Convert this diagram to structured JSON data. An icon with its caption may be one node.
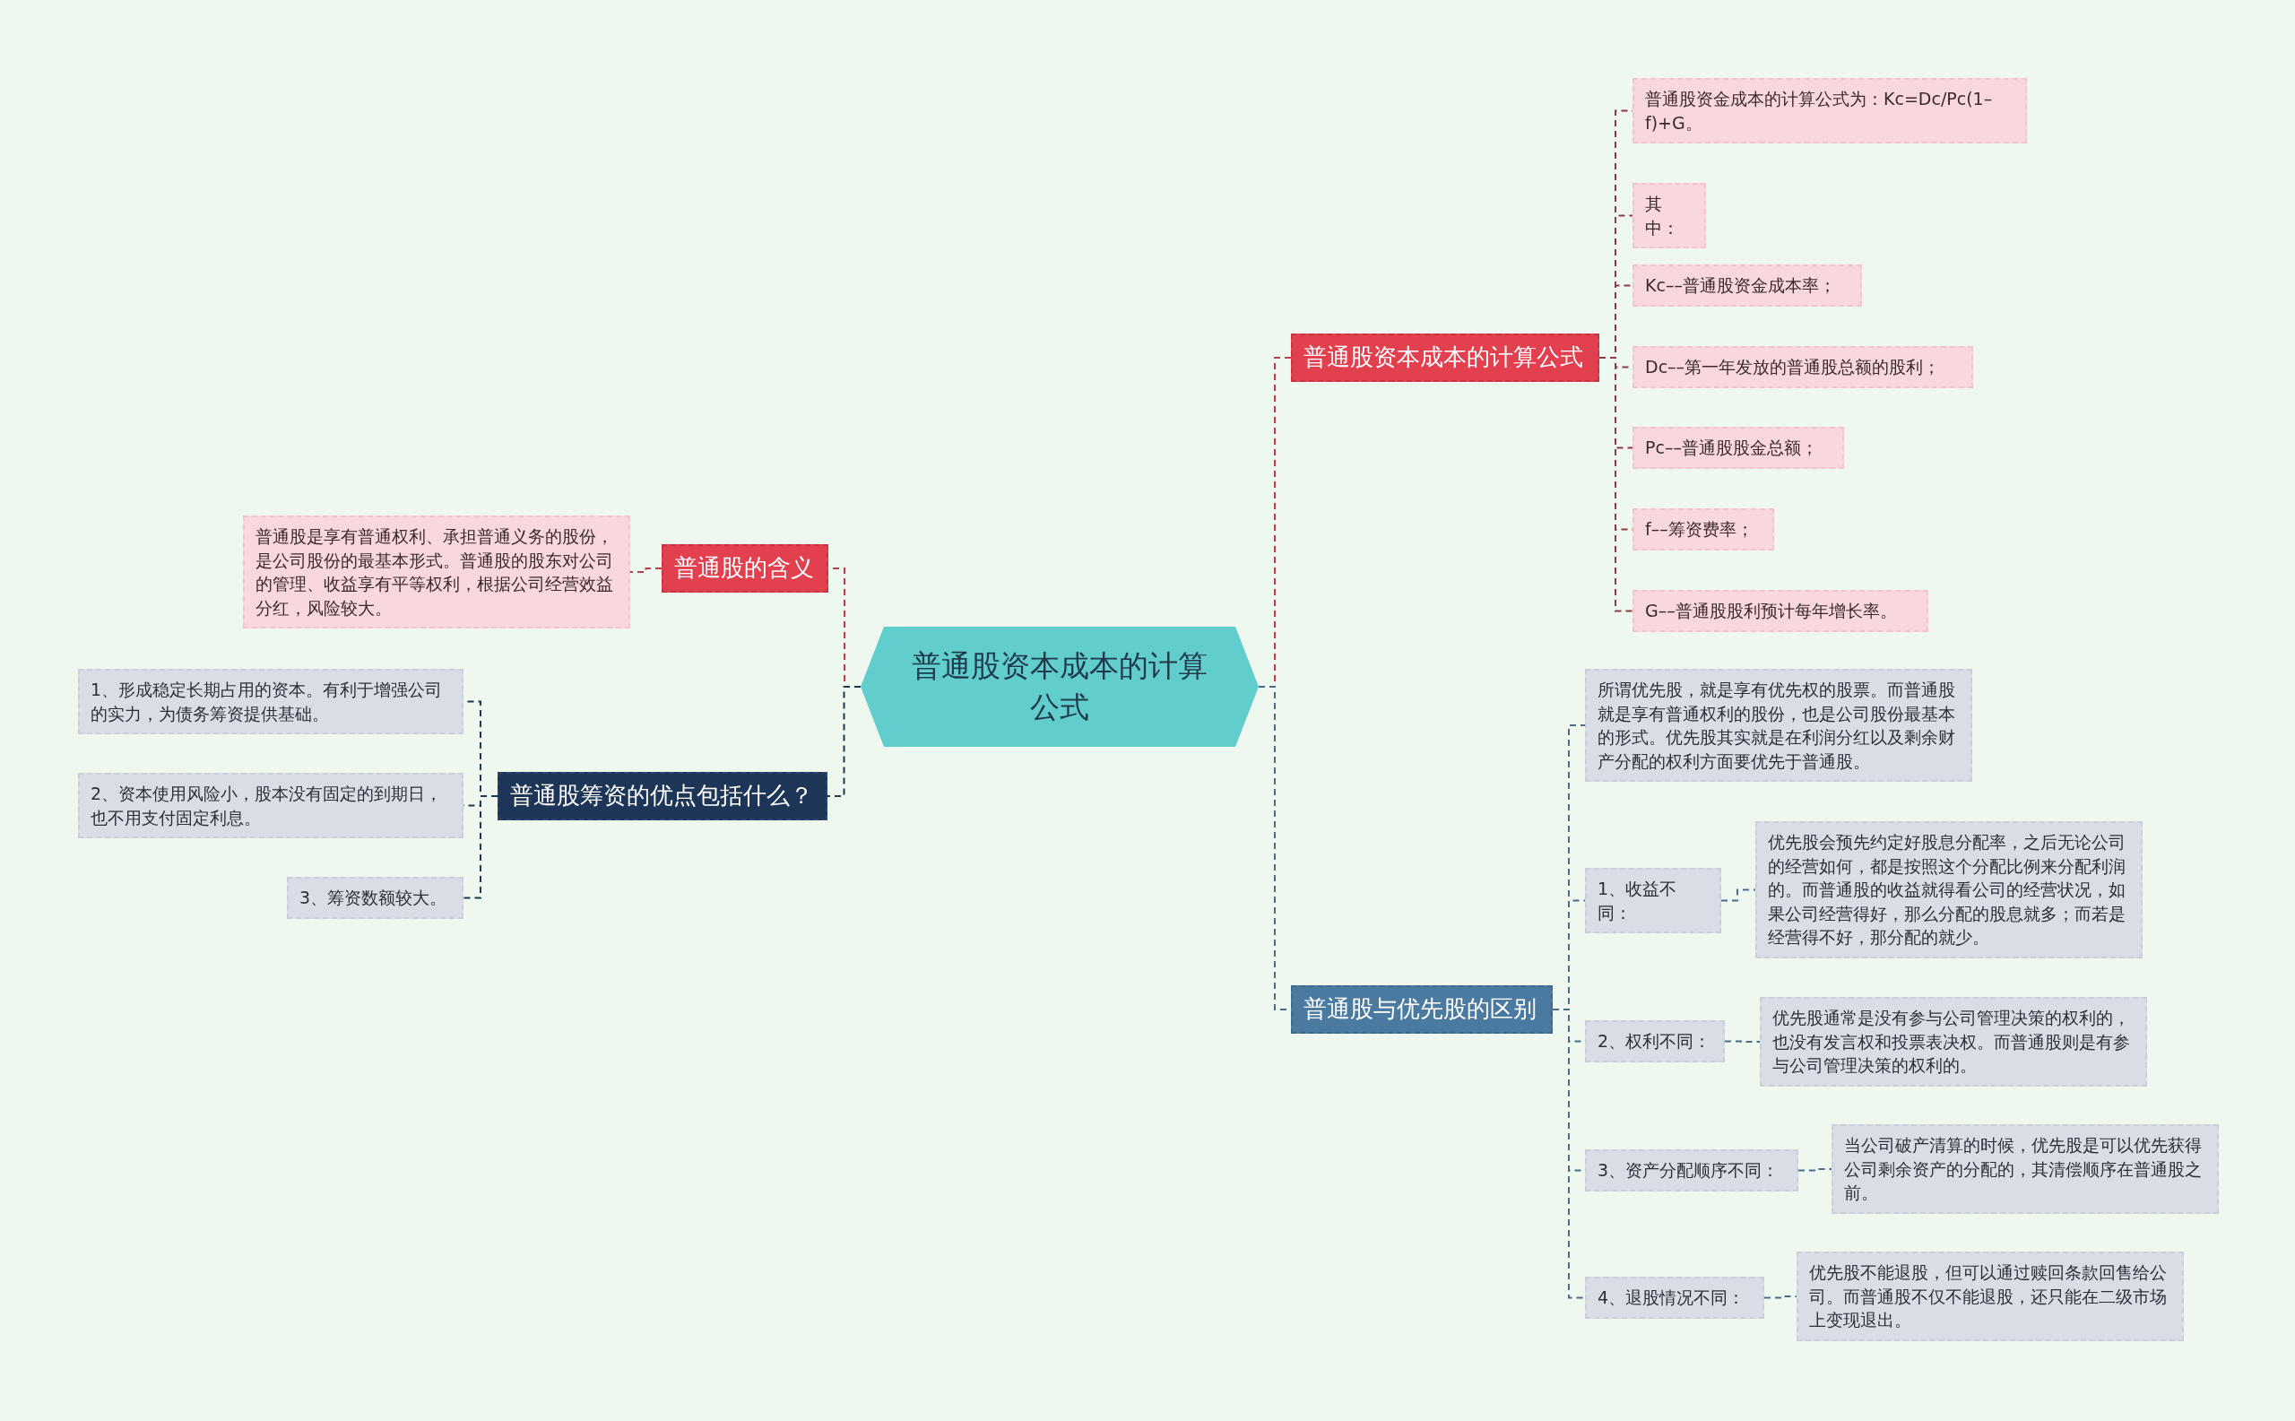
{
  "diagram": {
    "nodes": [
      {
        "text": [
          "普通股资本成本的计算公式"
        ]
      },
      {
        "text": [
          "普通股资本成本的计算公式"
        ]
      },
      {
        "text": [
          "普通股资金成本的计算公式为：Kc=Dc/Pc(1–f)+G。"
        ]
      },
      {
        "text": [
          "其中："
        ]
      },
      {
        "text": [
          "Kc––普通股资金成本率；"
        ]
      },
      {
        "text": [
          "Dc––第一年发放的普通股总额的股利；"
        ]
      },
      {
        "text": [
          "Pc––普通股股金总额；"
        ]
      },
      {
        "text": [
          "f––筹资费率；"
        ]
      },
      {
        "text": [
          "G––普通股股利预计每年增长率。"
        ]
      },
      {
        "text": [
          "普通股与优先股的区别"
        ]
      },
      {
        "text": [
          "所谓优先股，就是享有优先权的股票。而普通股就是享有普通权利的股份，也是公司股份最基本的形式。优先股其实就是在利润分红以及剩余财产分配的权利方面要优先于普通股。"
        ]
      },
      {
        "text": [
          "1、收益不同："
        ]
      },
      {
        "text": [
          "优先股会预先约定好股息分配率，之后无论公司的经营如何，都是按照这个分配比例来分配利润的。而普通股的收益就得看公司的经营状况，如果公司经营得好，那么分配的股息就多；而若是经营得不好，那分配的就少。"
        ]
      },
      {
        "text": [
          "2、权利不同："
        ]
      },
      {
        "text": [
          "优先股通常是没有参与公司管理决策的权利的，也没有发言权和投票表决权。而普通股则是有参与公司管理决策的权利的。"
        ]
      },
      {
        "text": [
          "3、资产分配顺序不同："
        ]
      },
      {
        "text": [
          "当公司破产清算的时候，优先股是可以优先获得公司剩余资产的分配的，其清偿顺序在普通股之前。"
        ]
      },
      {
        "text": [
          "4、退股情况不同："
        ]
      },
      {
        "text": [
          "优先股不能退股，但可以通过赎回条款回售给公司。而普通股不仅不能退股，还只能在二级市场上变现退出。"
        ]
      },
      {
        "text": [
          "普通股的含义"
        ]
      },
      {
        "text": [
          "普通股是享有普通权利、承担普通义务的股份，是公司股份的最基本形式。普通股的股东对公司的管理、收益享有平等权利，根据公司经营效益分红，风险较大。"
        ]
      },
      {
        "text": [
          "普通股筹资的优点包括什么？"
        ]
      },
      {
        "text": [
          "1、形成稳定长期占用的资本。有利于增强公司的实力，为债务筹资提供基础。"
        ]
      },
      {
        "text": [
          "2、资本使用风险小，股本没有固定的到期日，也不用支付固定利息。"
        ]
      },
      {
        "text": [
          "3、筹资数额较大。"
        ]
      }
    ],
    "edges": [
      {
        "from": 0,
        "to": 1,
        "arrow": "none",
        "style": "dashed",
        "color": "#c33a48"
      },
      {
        "from": 1,
        "to": 2,
        "arrow": "none",
        "style": "dashed",
        "color": "#8b3a4a"
      },
      {
        "from": 1,
        "to": 3,
        "arrow": "none",
        "style": "dashed",
        "color": "#8b3a4a"
      },
      {
        "from": 1,
        "to": 4,
        "arrow": "none",
        "style": "dashed",
        "color": "#8b3a4a"
      },
      {
        "from": 1,
        "to": 5,
        "arrow": "none",
        "style": "dashed",
        "color": "#8b3a4a"
      },
      {
        "from": 1,
        "to": 6,
        "arrow": "none",
        "style": "dashed",
        "color": "#8b3a4a"
      },
      {
        "from": 1,
        "to": 7,
        "arrow": "none",
        "style": "dashed",
        "color": "#8b3a4a"
      },
      {
        "from": 1,
        "to": 8,
        "arrow": "none",
        "style": "dashed",
        "color": "#8b3a4a"
      },
      {
        "from": 0,
        "to": 9,
        "arrow": "none",
        "style": "dashed",
        "color": "#4a6a8a"
      },
      {
        "from": 9,
        "to": 10,
        "arrow": "none",
        "style": "dashed",
        "color": "#4a6a8a"
      },
      {
        "from": 9,
        "to": 11,
        "arrow": "none",
        "style": "dashed",
        "color": "#4a6a8a"
      },
      {
        "from": 11,
        "to": 12,
        "arrow": "none",
        "style": "dashed",
        "color": "#4a6a8a"
      },
      {
        "from": 9,
        "to": 13,
        "arrow": "none",
        "style": "dashed",
        "color": "#4a6a8a"
      },
      {
        "from": 13,
        "to": 14,
        "arrow": "none",
        "style": "dashed",
        "color": "#4a6a8a"
      },
      {
        "from": 9,
        "to": 15,
        "arrow": "none",
        "style": "dashed",
        "color": "#4a6a8a"
      },
      {
        "from": 15,
        "to": 16,
        "arrow": "none",
        "style": "dashed",
        "color": "#4a6a8a"
      },
      {
        "from": 9,
        "to": 17,
        "arrow": "none",
        "style": "dashed",
        "color": "#4a6a8a"
      },
      {
        "from": 17,
        "to": 18,
        "arrow": "none",
        "style": "dashed",
        "color": "#4a6a8a"
      },
      {
        "from": 0,
        "to": 19,
        "arrow": "none",
        "style": "dashed",
        "color": "#c33a48"
      },
      {
        "from": 19,
        "to": 20,
        "arrow": "none",
        "style": "dashed",
        "color": "#c33a48"
      },
      {
        "from": 0,
        "to": 21,
        "arrow": "none",
        "style": "dashed",
        "color": "#1d3557"
      },
      {
        "from": 21,
        "to": 22,
        "arrow": "none",
        "style": "dashed",
        "color": "#1d3557"
      },
      {
        "from": 21,
        "to": 23,
        "arrow": "none",
        "style": "dashed",
        "color": "#1d3557"
      },
      {
        "from": 21,
        "to": 24,
        "arrow": "none",
        "style": "dashed",
        "color": "#1d3557"
      }
    ]
  }
}
